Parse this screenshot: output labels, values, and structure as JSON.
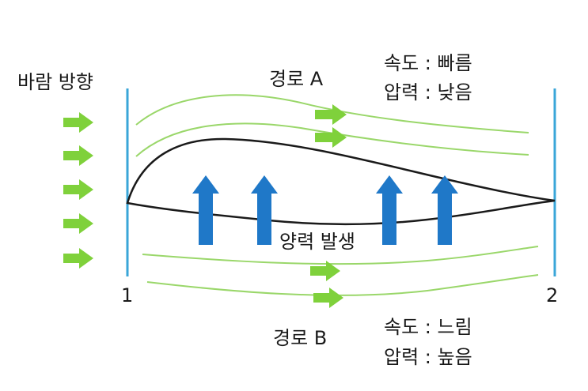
{
  "labels": {
    "wind_direction": "바람 방향",
    "path_a": "경로 A",
    "path_b": "경로 B",
    "lift": "양력 발생",
    "top_speed": "속도 : 빠름",
    "top_pressure": "압력 : 낮음",
    "bottom_speed": "속도 : 느림",
    "bottom_pressure": "압력 : 높음",
    "point_1": "1",
    "point_2": "2"
  },
  "colors": {
    "wind_arrow": "#7fd13b",
    "streamline": "#9ad76a",
    "marker_line": "#3aa6d8",
    "lift_arrow": "#1f78c8",
    "airfoil": "#1a1a1a",
    "text": "#1a1a1a"
  },
  "icons": {
    "wind_arrow": "right-arrow-icon",
    "lift_arrow": "up-arrow-icon"
  }
}
